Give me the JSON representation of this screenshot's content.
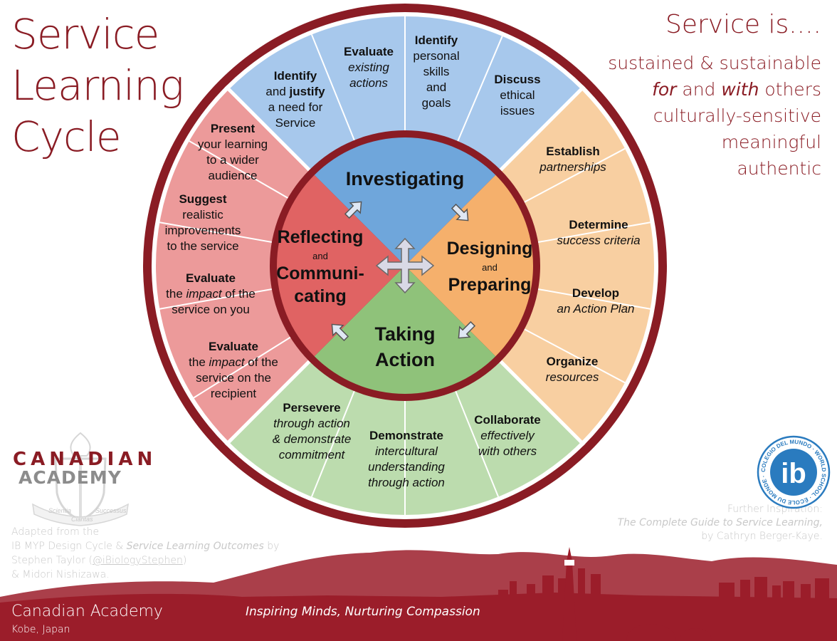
{
  "title": {
    "line1": "Service",
    "line2": "Learning",
    "line3": "Cycle"
  },
  "service_is": {
    "heading": "Service is....",
    "items": [
      {
        "parts": [
          {
            "text": "sustained & sustainable",
            "italic": false
          }
        ]
      },
      {
        "parts": [
          {
            "text": "for",
            "italic": true
          },
          {
            "text": " and ",
            "italic": false
          },
          {
            "text": "with",
            "italic": true
          },
          {
            "text": " others",
            "italic": false
          }
        ]
      },
      {
        "parts": [
          {
            "text": "culturally-sensitive",
            "italic": false
          }
        ]
      },
      {
        "parts": [
          {
            "text": "meaningful",
            "italic": false
          }
        ]
      },
      {
        "parts": [
          {
            "text": "authentic",
            "italic": false
          }
        ]
      }
    ]
  },
  "colors": {
    "ring": "#8a1c24",
    "investigating": "#6fa6db",
    "investigating_outer": "#a7c8ec",
    "designing": "#f5b06c",
    "designing_outer": "#f8cfa1",
    "taking_action": "#8fc27a",
    "taking_action_outer": "#bcdcae",
    "reflecting": "#e06363",
    "reflecting_outer": "#ec9a9a",
    "footer": "#9b1d2a"
  },
  "phases": {
    "investigating": {
      "label": "Investigating"
    },
    "designing": {
      "line1": "Designing",
      "and": "and",
      "line2": "Preparing"
    },
    "taking_action": {
      "line1": "Taking",
      "line2": "Action"
    },
    "reflecting": {
      "line1": "Reflecting",
      "and": "and",
      "line2": "Communi-",
      "line3": "cating"
    }
  },
  "steps": [
    {
      "lines": [
        [
          {
            "t": "Identify",
            "b": true
          }
        ],
        [
          {
            "t": "and ",
            "b": false
          },
          {
            "t": "justify",
            "b": true
          }
        ],
        [
          {
            "t": "a need for"
          }
        ],
        [
          {
            "t": "Service"
          }
        ]
      ]
    },
    {
      "lines": [
        [
          {
            "t": "Evaluate",
            "b": true
          }
        ],
        [
          {
            "t": "existing",
            "i": true
          }
        ],
        [
          {
            "t": "actions",
            "i": true
          }
        ]
      ]
    },
    {
      "lines": [
        [
          {
            "t": "Identify",
            "b": true
          }
        ],
        [
          {
            "t": "personal"
          }
        ],
        [
          {
            "t": "skills"
          }
        ],
        [
          {
            "t": "and"
          }
        ],
        [
          {
            "t": "goals"
          }
        ]
      ]
    },
    {
      "lines": [
        [
          {
            "t": "Discuss",
            "b": true
          }
        ],
        [
          {
            "t": "ethical"
          }
        ],
        [
          {
            "t": "issues"
          }
        ]
      ]
    },
    {
      "lines": [
        [
          {
            "t": "Establish",
            "b": true
          }
        ],
        [
          {
            "t": "partnerships",
            "i": true
          }
        ]
      ]
    },
    {
      "lines": [
        [
          {
            "t": "Determine",
            "b": true
          }
        ],
        [
          {
            "t": "success criteria",
            "i": true
          }
        ]
      ]
    },
    {
      "lines": [
        [
          {
            "t": "Develop",
            "b": true
          }
        ],
        [
          {
            "t": "an Action Plan",
            "i": true
          }
        ]
      ]
    },
    {
      "lines": [
        [
          {
            "t": "Organize",
            "b": true
          }
        ],
        [
          {
            "t": "resources",
            "i": true
          }
        ]
      ]
    },
    {
      "lines": [
        [
          {
            "t": "Collaborate",
            "b": true
          }
        ],
        [
          {
            "t": "effectively",
            "i": true
          }
        ],
        [
          {
            "t": "with others",
            "i": true
          }
        ]
      ]
    },
    {
      "lines": [
        [
          {
            "t": "Demonstrate",
            "b": true
          }
        ],
        [
          {
            "t": "intercultural",
            "i": true
          }
        ],
        [
          {
            "t": "understanding",
            "i": true
          }
        ],
        [
          {
            "t": "through action",
            "i": true
          }
        ]
      ]
    },
    {
      "lines": [
        [
          {
            "t": "Persevere",
            "b": true
          }
        ],
        [
          {
            "t": "through action",
            "i": true
          }
        ],
        [
          {
            "t": "& demonstrate",
            "i": true
          }
        ],
        [
          {
            "t": "commitment",
            "i": true
          }
        ]
      ]
    },
    {
      "lines": [
        [
          {
            "t": "Evaluate",
            "b": true
          }
        ],
        [
          {
            "t": "the "
          },
          {
            "t": "impact",
            "i": true
          },
          {
            "t": " of the"
          }
        ],
        [
          {
            "t": "service on the"
          }
        ],
        [
          {
            "t": "recipient"
          }
        ]
      ]
    },
    {
      "lines": [
        [
          {
            "t": "Evaluate",
            "b": true
          }
        ],
        [
          {
            "t": "the "
          },
          {
            "t": "impact",
            "i": true
          },
          {
            "t": " of the"
          }
        ],
        [
          {
            "t": "service on you"
          }
        ]
      ]
    },
    {
      "lines": [
        [
          {
            "t": "Suggest",
            "b": true
          }
        ],
        [
          {
            "t": "realistic"
          }
        ],
        [
          {
            "t": "improvements"
          }
        ],
        [
          {
            "t": "to the service"
          }
        ]
      ]
    },
    {
      "lines": [
        [
          {
            "t": "Present",
            "b": true
          }
        ],
        [
          {
            "t": "your learning"
          }
        ],
        [
          {
            "t": "to a wider"
          }
        ],
        [
          {
            "t": "audience"
          }
        ]
      ]
    }
  ],
  "logo": {
    "word1": "CANADIAN",
    "word2": "ACADEMY",
    "crest_text": [
      "Scientia",
      "Claritas",
      "Successus"
    ]
  },
  "credit": {
    "line1": "Adapted from the",
    "line2_a": "IB MYP Design Cycle & ",
    "line2_b": "Service Learning Outcomes",
    "line2_c": " by",
    "line3_a": "Stephen Taylor (",
    "line3_link": "@iBiologyStephen",
    "line3_c": ")",
    "line4": "& Midori Nishizawa."
  },
  "inspiration": {
    "line1": "Further Inspiration:",
    "line2": "The Complete Guide to Service Learning,",
    "line3": "by Cathryn Berger-Kaye."
  },
  "ib_logo": {
    "text": "ib",
    "ring_text": "COLEGIO DEL MUNDO · WORLD SCHOOL · ÉCOLE DU MONDE ·"
  },
  "footer": {
    "name": "Canadian Academy",
    "location": "Kobe, Japan",
    "motto": "Inspiring Minds, Nurturing Compassion"
  }
}
